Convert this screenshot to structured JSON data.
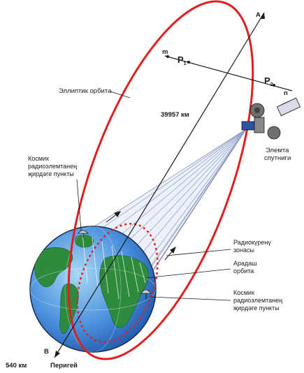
{
  "labels": {
    "elliptic_orbit": "Эллиптик орбита",
    "distance_apogee": "39957 км",
    "satellite": [
      "Элемта",
      "спутниги"
    ],
    "ground_station_top": [
      "Космик",
      "радиоэлемтанең",
      "җирдәге пункты"
    ],
    "radio_zone": [
      "Радиокүренү",
      "зонасы"
    ],
    "intermediate_orbit": [
      "Арадаш",
      "орбита"
    ],
    "ground_station_bottom": [
      "Космик",
      "радиоэлемтанең",
      "җирдәге пункты"
    ],
    "distance_perigee": "540 км",
    "perigee": "Перигей",
    "point_a": "А",
    "point_b": "В",
    "point_m": "m",
    "point_n": "n",
    "point_p1": "P",
    "point_p1_sub": "1",
    "point_p2": "P",
    "point_p2_sub": "2"
  },
  "colors": {
    "orbit": "#e02020",
    "ocean": "#3f7fd6",
    "land": "#2e8b3e",
    "beam": "#5a6aa0"
  }
}
